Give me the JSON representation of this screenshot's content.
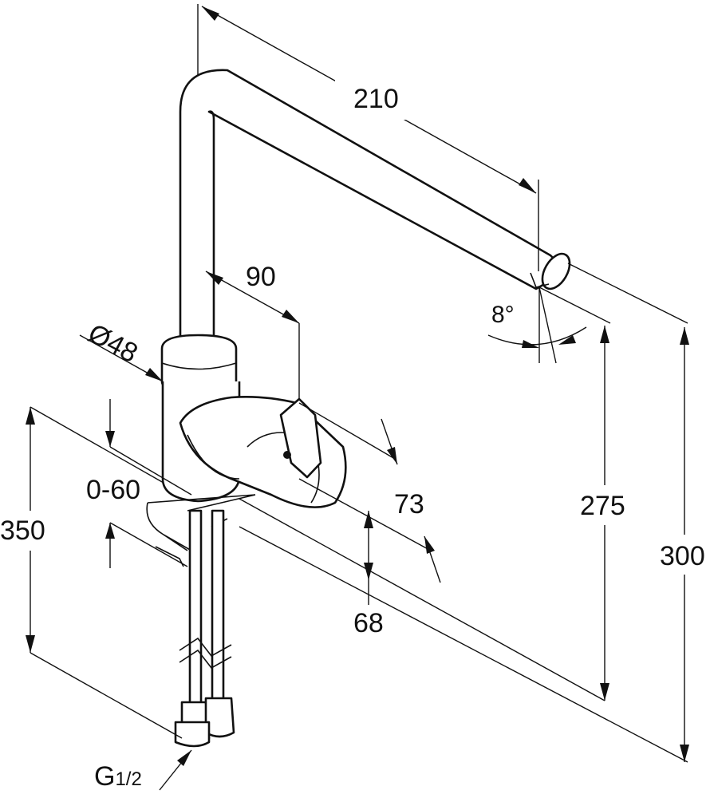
{
  "drawing": {
    "dimensions": {
      "spout_reach": "210",
      "lever_offset": "90",
      "body_diameter": "Ø48",
      "spout_angle": "8°",
      "counter_thickness": "0-60",
      "lever_depth": "73",
      "under_counter": "350",
      "lever_height": "68",
      "outlet_height": "275",
      "total_height": "300",
      "hose_thread": {
        "main": "G",
        "sub": "1/2"
      }
    },
    "colors": {
      "line": "#111111",
      "background": "#ffffff"
    }
  }
}
